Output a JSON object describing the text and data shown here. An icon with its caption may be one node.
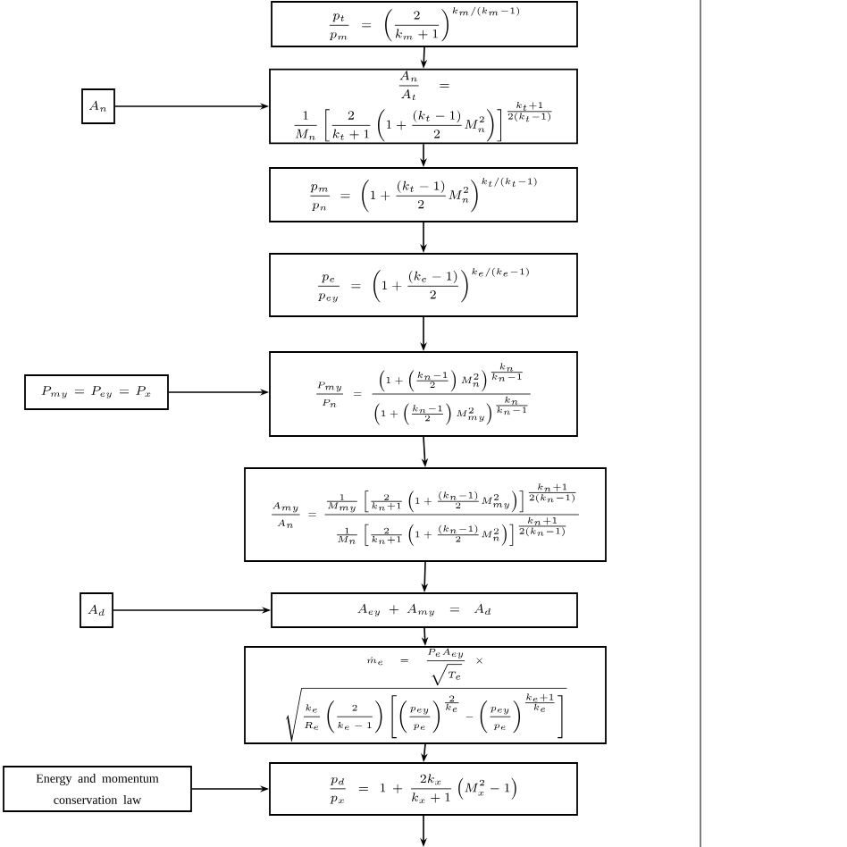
{
  "diagram": {
    "nodes": [
      {
        "text": [
          "\\frac{p_t}{p_m}=\\left(\\frac{2}{k_m+1}\\right)^{k_m/(k_m-1)}"
        ]
      },
      {
        "text": [
          "A_n"
        ]
      },
      {
        "text": [
          "\\frac{A_n}{A_t}=\\frac{1}{M_n}\\left[\\frac{2}{k_t+1}\\left(1+\\frac{(k_t-1)}{2}M_n^2\\right)\\right]^{\\frac{k_t+1}{2(k_t-1)}}"
        ]
      },
      {
        "text": [
          "\\frac{p_m}{p_n}=\\left(1+\\frac{(k_t-1)}{2}M_n^2\\right)^{k_t/(k_t-1)}"
        ]
      },
      {
        "text": [
          "\\frac{p_e}{p_{ey}}=\\left(1+\\frac{(k_e-1)}{2}\\right)^{k_e/(k_e-1)}"
        ]
      },
      {
        "text": [
          "P_{my}=P_{ey}=P_x"
        ]
      },
      {
        "text": [
          "\\frac{P_{my}}{P_n}=\\frac{\\left(1+\\left(\\frac{k_n-1}{2}\\right)M_n^2\\right)^{\\frac{k_n}{k_n-1}}}{\\left(1+\\left(\\frac{k_n-1}{2}\\right)M_{my}^2\\right)^{\\frac{k_n}{k_n-1}}}"
        ]
      },
      {
        "text": [
          "\\frac{A_{my}}{A_n}=\\frac{\\frac{1}{M_{my}}\\left[\\frac{2}{k_n+1}\\left(1+\\frac{(k_n-1)}{2}M_{my}^2\\right)\\right]^{\\frac{k_n+1}{2(k_n-1)}}}{\\frac{1}{M_n}\\left[\\frac{2}{k_n+1}\\left(1+\\frac{(k_n-1)}{2}M_n^2\\right)\\right]^{\\frac{k_n+1}{2(k_n-1)}}}"
        ]
      },
      {
        "text": [
          "A_d"
        ]
      },
      {
        "text": [
          "A_{ey}+A_{my}=A_d"
        ]
      },
      {
        "text": [
          "\\dot{m}_e=\\frac{P_e A_{ey}}{\\sqrt{T_e}}\\times\\sqrt{\\frac{k_e}{R_e}\\left(\\frac{2}{k_e-1}\\right)\\left[\\left(\\frac{p_{ey}}{p_e}\\right)^{\\frac{2}{k_e}}-\\left(\\frac{p_{ey}}{p_e}\\right)^{\\frac{k_e+1}{k_e}}\\right]}"
        ]
      },
      {
        "text": [
          "Energy and momentum conservation law"
        ]
      },
      {
        "text": [
          "\\frac{p_d}{p_x}=1+\\frac{2k_x}{k_x+1}\\left(M_x^2-1\\right)"
        ]
      }
    ],
    "edges": [
      {
        "from": 0,
        "to": 2,
        "arrow": "to"
      },
      {
        "from": 1,
        "to": 2,
        "arrow": "to"
      },
      {
        "from": 2,
        "to": 3,
        "arrow": "to"
      },
      {
        "from": 3,
        "to": 4,
        "arrow": "to"
      },
      {
        "from": 4,
        "to": 6,
        "arrow": "to"
      },
      {
        "from": 5,
        "to": 6,
        "arrow": "to"
      },
      {
        "from": 6,
        "to": 7,
        "arrow": "to"
      },
      {
        "from": 7,
        "to": 9,
        "arrow": "to"
      },
      {
        "from": 8,
        "to": 9,
        "arrow": "to"
      },
      {
        "from": 9,
        "to": 10,
        "arrow": "to"
      },
      {
        "from": 10,
        "to": 12,
        "arrow": "to"
      },
      {
        "from": 11,
        "to": 12,
        "arrow": "to"
      },
      {
        "from": 12,
        "to": null,
        "arrow": "to"
      }
    ]
  }
}
